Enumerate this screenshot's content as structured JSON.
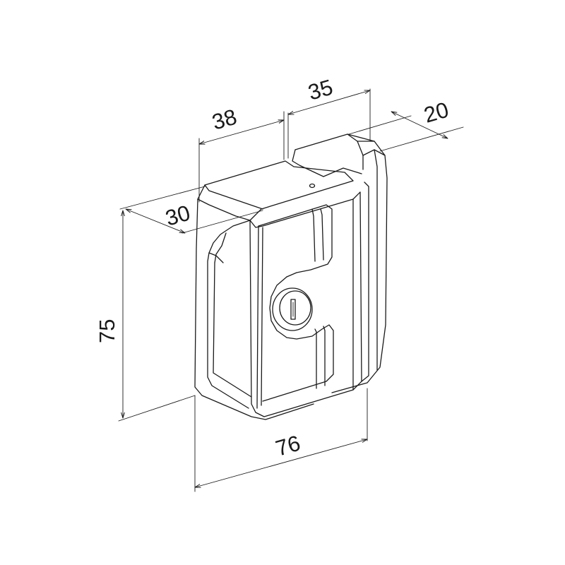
{
  "dimensions": {
    "width_front": "38",
    "width_side": "35",
    "depth_top": "20",
    "depth_left": "30",
    "height": "75",
    "width_bottom": "76"
  },
  "colors": {
    "line": "#1a1a1a",
    "background": "#ffffff"
  }
}
